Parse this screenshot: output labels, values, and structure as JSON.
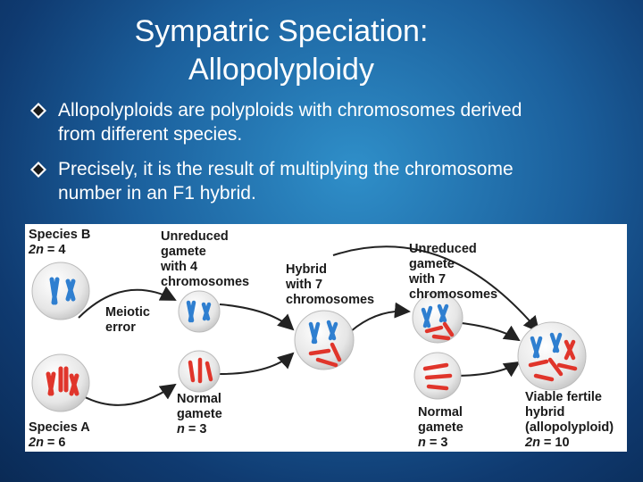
{
  "title": {
    "line1": "Sympatric Speciation:",
    "line2": "Allopolyploidy"
  },
  "bullets": [
    {
      "line1": "Allopolyploids are polyploids with chromosomes derived",
      "line2": "from different species."
    },
    {
      "line1": "Precisely, it is the result of multiplying the chromosome",
      "line2": "number in an F1 hybrid."
    }
  ],
  "colors": {
    "accent_bullet": "#1a1a1a",
    "chromosome_blue": "#2f7fd0",
    "chromosome_red": "#e0352b"
  },
  "figure": {
    "species_b": {
      "name": "Species B",
      "ploidy_var": "2n",
      "ploidy_val": "= 4"
    },
    "species_a": {
      "name": "Species A",
      "ploidy_var": "2n",
      "ploidy_val": "= 6"
    },
    "unreduced_gamete_4": [
      "Unreduced",
      "gamete",
      "with 4",
      "chromosomes"
    ],
    "meiotic_error": [
      "Meiotic",
      "error"
    ],
    "normal_gamete_a": {
      "line1": "Normal",
      "line2": "gamete",
      "var": "n",
      "val": "= 3"
    },
    "hybrid": [
      "Hybrid",
      "with 7",
      "chromosomes"
    ],
    "unreduced_gamete_7": [
      "Unreduced",
      "gamete",
      "with 7",
      "chromosomes"
    ],
    "normal_gamete_b": {
      "line1": "Normal",
      "line2": "gamete",
      "var": "n",
      "val": "= 3"
    },
    "viable_hybrid": {
      "line1": "Viable fertile",
      "line2": "hybrid",
      "line3": "(allopolyploid)",
      "var": "2n",
      "val": "= 10"
    }
  }
}
